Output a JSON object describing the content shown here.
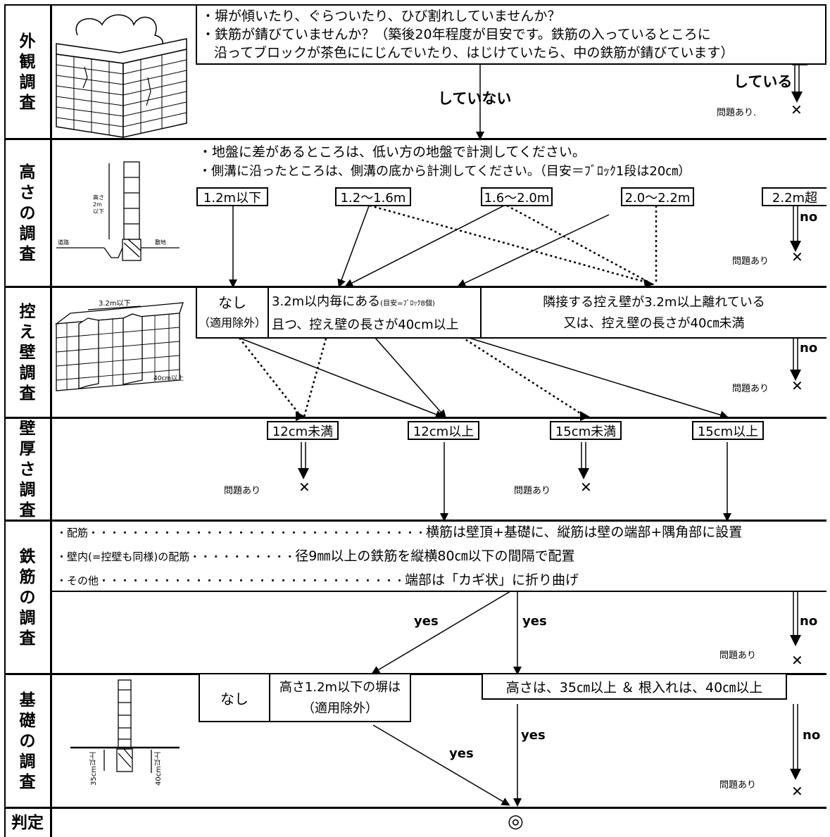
{
  "rows": {
    "appearance": "外観調査",
    "height": "高さの調査",
    "buttress": "控え壁調査",
    "thickness": "壁厚さ調査",
    "rebar": "鉄筋の調査",
    "foundation": "基礎の調査",
    "judgment": "判定"
  },
  "appearance": {
    "q1": "・塀が傾いたり、ぐらついたり、ひび割れしていませんか？",
    "q2": "・鉄筋が錆びていませんか？（築後20年程度が目安です。鉄筋の入っているところに",
    "q3": "沿ってブロックが茶色ににじんでいたり、はじけていたら、中の鉄筋が錆びています）",
    "yes": "している",
    "no": "していない"
  },
  "height": {
    "note1": "・地盤に差があるところは、低い方の地盤で計測してください。",
    "note2": "・側溝に沿ったところは、側溝の底から計測してください。（目安＝ﾌﾞﾛｯｸ1段は20㎝）",
    "opts": [
      "1.2m以下",
      "1.2～1.6m",
      "1.6～2.0m",
      "2.0～2.2m",
      "2.2m超"
    ],
    "fig_height": "高さ2m以下",
    "fig_road": "道路",
    "fig_site": "敷地"
  },
  "buttress": {
    "none": "なし",
    "excluded": "（適用除外）",
    "within1": "3.2m以内毎にある",
    "within_note": "(目安=ﾌﾞﾛｯｸ8個)",
    "within2": "且つ、控え壁の長さが40cm以上",
    "far1": "隣接する控え壁が3.2m以上離れている",
    "far2": "又は、控え壁の長さが40㎝未満",
    "fig_span": "3.2m以下",
    "fig_len": "40cm以上"
  },
  "thickness": {
    "opts": [
      "12cm未満",
      "12cm以上",
      "15cm未満",
      "15cm以上"
    ]
  },
  "rebar": {
    "l1a": "・配筋・・・・・・・・・・・・・・・・・・・・・・・・・・・・・・・・",
    "l1b": "横筋は壁頂+基礎に、縦筋は壁の端部+隅角部に設置",
    "l2a": "・壁内(=控壁も同様)の配筋・・・・・・・・・・",
    "l2b": "径9㎜以上の鉄筋を縦横80㎝以下の間隔で配置",
    "l3a": "・その他・・・・・・・・・・・・・・・・・・・・・・・・・・・・・",
    "l3b": "端部は「カギ状」に折り曲げ"
  },
  "foundation": {
    "none": "なし",
    "exempt1": "高さ1.2m以下の塀は",
    "exempt2": "（適用除外）",
    "req": "高さは、35㎝以上 ＆ 根入れは、40㎝以上",
    "fig_a": "35cm以上",
    "fig_b": "40cm以上"
  },
  "flow": {
    "problem": "問題あり",
    "problem_dot": "問題あり.",
    "cross": "✕",
    "yes": "yes",
    "no": "no",
    "ok": "◎"
  }
}
